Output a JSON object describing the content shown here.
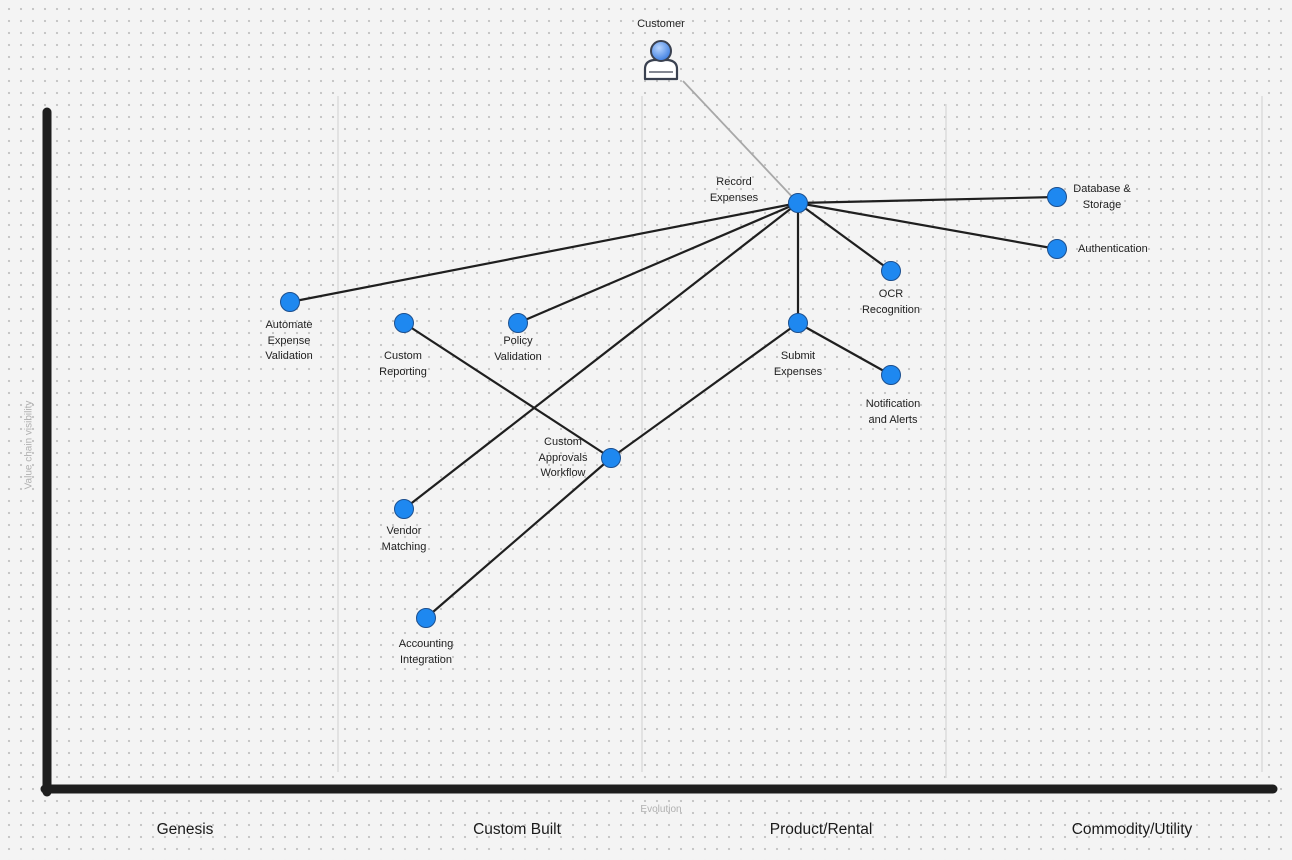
{
  "map": {
    "x_axis_title": "Evolution",
    "y_axis_title": "Value chain visibility",
    "stages": [
      "Genesis",
      "Custom Built",
      "Product/Rental",
      "Commodity/Utility"
    ]
  },
  "user": {
    "label": "Customer",
    "icon": "user-icon"
  },
  "components": [
    {
      "id": "record_expenses",
      "label": "Record\nExpenses"
    },
    {
      "id": "database_storage",
      "label": "Database &\nStorage"
    },
    {
      "id": "authentication",
      "label": "Authentication"
    },
    {
      "id": "ocr_recognition",
      "label": "OCR\nRecognition"
    },
    {
      "id": "automate_expense_validation",
      "label": "Automate\nExpense\nValidation"
    },
    {
      "id": "custom_reporting",
      "label": "Custom\nReporting"
    },
    {
      "id": "policy_validation",
      "label": "Policy\nValidation"
    },
    {
      "id": "submit_expenses",
      "label": "Submit\nExpenses"
    },
    {
      "id": "notification_alerts",
      "label": "Notification\nand Alerts"
    },
    {
      "id": "custom_approvals_workflow",
      "label": "Custom\nApprovals\nWorkflow"
    },
    {
      "id": "vendor_matching",
      "label": "Vendor\nMatching"
    },
    {
      "id": "accounting_integration",
      "label": "Accounting\nIntegration"
    }
  ],
  "links": [
    {
      "from": "user",
      "to": "record_expenses"
    },
    {
      "from": "record_expenses",
      "to": "database_storage"
    },
    {
      "from": "record_expenses",
      "to": "authentication"
    },
    {
      "from": "record_expenses",
      "to": "ocr_recognition"
    },
    {
      "from": "record_expenses",
      "to": "submit_expenses"
    },
    {
      "from": "record_expenses",
      "to": "automate_expense_validation"
    },
    {
      "from": "record_expenses",
      "to": "policy_validation"
    },
    {
      "from": "record_expenses",
      "to": "vendor_matching"
    },
    {
      "from": "submit_expenses",
      "to": "notification_alerts"
    },
    {
      "from": "submit_expenses",
      "to": "custom_approvals_workflow"
    },
    {
      "from": "custom_reporting",
      "to": "custom_approvals_workflow"
    },
    {
      "from": "custom_approvals_workflow",
      "to": "accounting_integration"
    }
  ],
  "colors": {
    "node_fill": "#1e88f0",
    "node_border": "#1b4f8f",
    "link": "#1f1f1f",
    "user_link": "#a8a8a8",
    "axis": "#1e1e1e",
    "stage_divider": "#dcdcdc"
  }
}
